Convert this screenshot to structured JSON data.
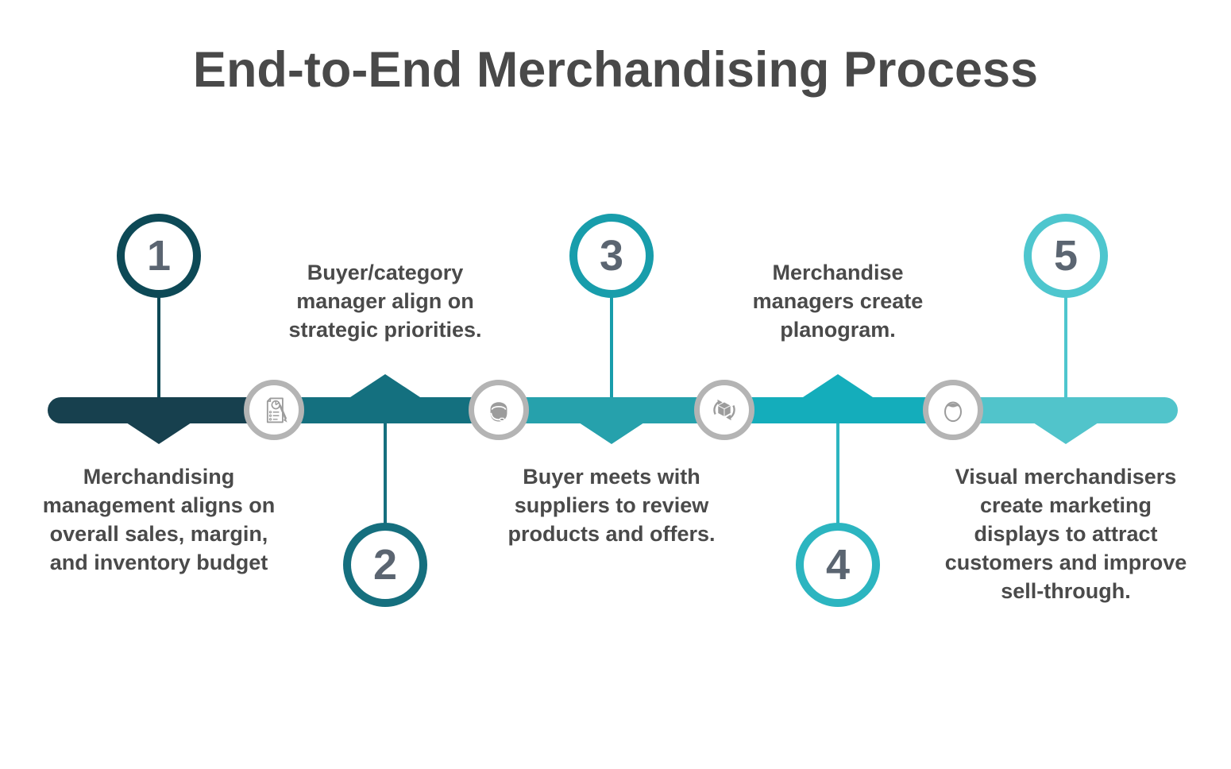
{
  "title": "End-to-End Merchandising Process",
  "steps": [
    {
      "number": "1",
      "lines": [
        "Merchandising",
        "management aligns on",
        "overall sales, margin,",
        "and inventory budget"
      ],
      "accent": "#0d4956",
      "segment": "#17404e",
      "circle_side": "above"
    },
    {
      "number": "2",
      "lines": [
        "Buyer/category",
        "manager align on",
        "strategic priorities."
      ],
      "accent": "#156f7e",
      "segment": "#14707f",
      "circle_side": "below"
    },
    {
      "number": "3",
      "lines": [
        "Buyer meets with",
        "suppliers to review",
        "products and offers."
      ],
      "accent": "#189dab",
      "segment": "#26a1ac",
      "circle_side": "above"
    },
    {
      "number": "4",
      "lines": [
        "Merchandise",
        "managers create",
        "planogram."
      ],
      "accent": "#2cb5c0",
      "segment": "#14adbb",
      "circle_side": "below"
    },
    {
      "number": "5",
      "lines": [
        "Visual merchandisers",
        "create marketing",
        "displays to attract",
        "customers and improve",
        "sell-through."
      ],
      "accent": "#4ec6ce",
      "segment": "#51c4cb",
      "circle_side": "above"
    }
  ],
  "icons": [
    {
      "name": "report-checklist-icon"
    },
    {
      "name": "support-headset-icon"
    },
    {
      "name": "package-distribution-icon"
    },
    {
      "name": "person-face-icon"
    }
  ],
  "colors": {
    "title_text": "#494949",
    "step_text": "#4a4a4a",
    "step_number": "#5b6571",
    "icon_glyph": "#9c9c9c",
    "icon_ring": "#b4b4b4",
    "background": "#ffffff"
  }
}
